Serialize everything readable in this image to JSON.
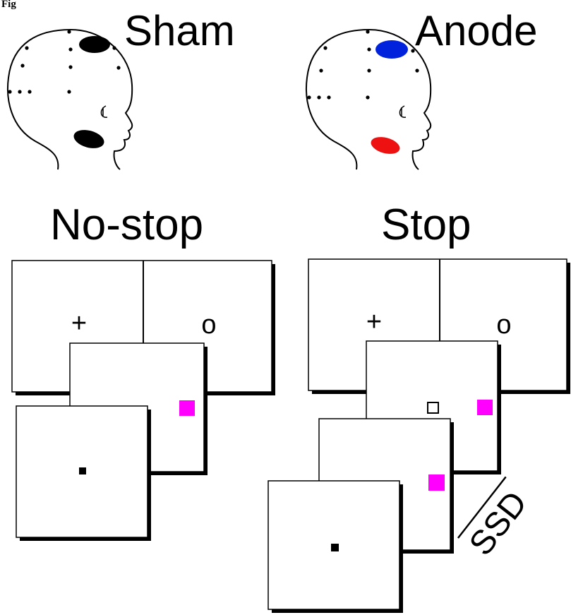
{
  "figure": {
    "figure_label": "Fig",
    "conditions": {
      "sham": "Sham",
      "anode": "Anode"
    },
    "tasks": {
      "no_stop": "No-stop",
      "stop": "Stop"
    },
    "symbols": {
      "fixation": "+",
      "target": "o"
    },
    "delay_label": "SSD"
  },
  "colors": {
    "sham_electrode": "#000000",
    "anode_electrode": "#0022dd",
    "cathode_electrode": "#ee1111",
    "target_square": "#ff00ff",
    "stop_signal_square": "#ffffff"
  }
}
